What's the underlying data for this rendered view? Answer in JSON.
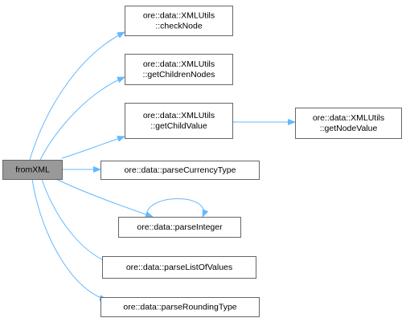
{
  "graph": {
    "edge_color": "#63b8ff",
    "root_fill": "#999999",
    "node_stroke": "#666666",
    "nodes": [
      {
        "id": "fromXML",
        "lines": [
          "fromXML"
        ],
        "root": true
      },
      {
        "id": "checkNode",
        "lines": [
          "ore::data::XMLUtils",
          "::checkNode"
        ]
      },
      {
        "id": "getChildrenNodes",
        "lines": [
          "ore::data::XMLUtils",
          "::getChildrenNodes"
        ]
      },
      {
        "id": "getChildValue",
        "lines": [
          "ore::data::XMLUtils",
          "::getChildValue"
        ]
      },
      {
        "id": "getNodeValue",
        "lines": [
          "ore::data::XMLUtils",
          "::getNodeValue"
        ]
      },
      {
        "id": "parseCurrencyType",
        "lines": [
          "ore::data::parseCurrencyType"
        ]
      },
      {
        "id": "parseInteger",
        "lines": [
          "ore::data::parseInteger"
        ]
      },
      {
        "id": "parseListOfValues",
        "lines": [
          "ore::data::parseListOfValues"
        ]
      },
      {
        "id": "parseRoundingType",
        "lines": [
          "ore::data::parseRoundingType"
        ]
      }
    ],
    "edges": [
      {
        "from": "fromXML",
        "to": "checkNode"
      },
      {
        "from": "fromXML",
        "to": "getChildrenNodes"
      },
      {
        "from": "fromXML",
        "to": "getChildValue"
      },
      {
        "from": "fromXML",
        "to": "parseCurrencyType"
      },
      {
        "from": "fromXML",
        "to": "parseInteger"
      },
      {
        "from": "fromXML",
        "to": "parseListOfValues"
      },
      {
        "from": "fromXML",
        "to": "parseRoundingType"
      },
      {
        "from": "getChildValue",
        "to": "getNodeValue"
      },
      {
        "from": "parseInteger",
        "to": "parseInteger"
      }
    ]
  }
}
